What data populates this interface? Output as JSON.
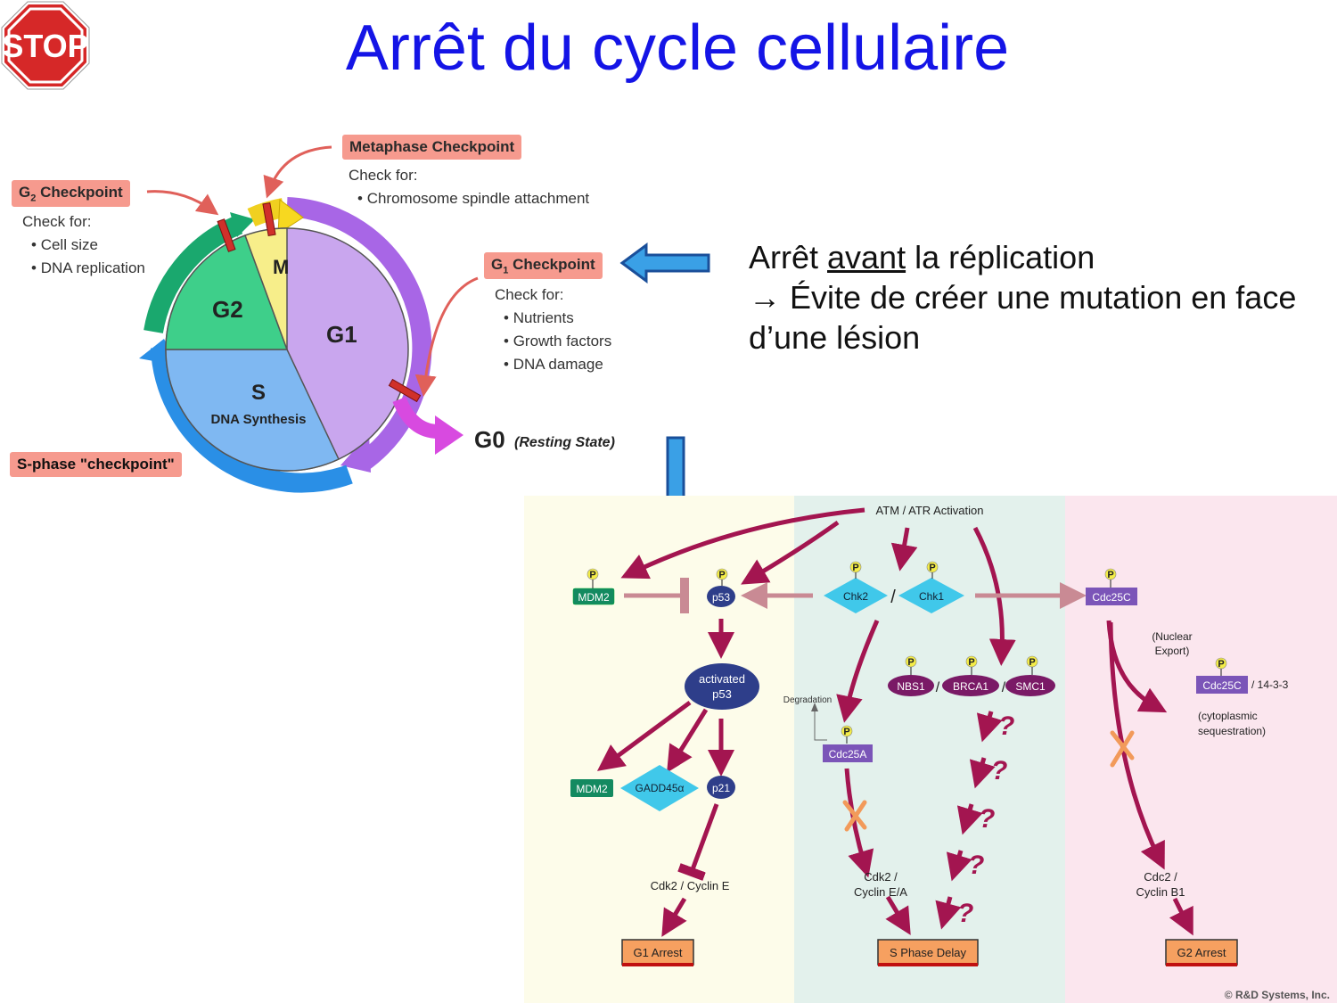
{
  "slide": {
    "title": "Arrêt du cycle cellulaire",
    "stop_sign_text": "STOP",
    "note": {
      "line1_pre": "Arrêt ",
      "line1_underlined": "avant",
      "line1_post": " la réplication",
      "line2": "→ Évite de créer une mutation en face",
      "line3": "d’une lésion"
    }
  },
  "cell_cycle": {
    "phases": {
      "m": "M",
      "g2": "G2",
      "g1": "G1",
      "s": "S",
      "s_sub": "DNA Synthesis",
      "g0": "G0",
      "g0_note": "(Resting State)"
    },
    "checkpoints": {
      "metaphase": {
        "label": "Metaphase Checkpoint",
        "check_for": "Check for:",
        "items": [
          "Chromosome spindle attachment"
        ]
      },
      "g2": {
        "label_main": "G",
        "label_sub": "2",
        "label_rest": " Checkpoint",
        "check_for": "Check for:",
        "items": [
          "Cell size",
          "DNA replication"
        ]
      },
      "g1": {
        "label_main": "G",
        "label_sub": "1",
        "label_rest": " Checkpoint",
        "check_for": "Check for:",
        "items": [
          "Nutrients",
          "Growth factors",
          "DNA damage"
        ]
      },
      "s_phase": {
        "label": "S-phase \"checkpoint\""
      }
    }
  },
  "pathway": {
    "activation": "ATM / ATR Activation",
    "phospho": "P",
    "nodes": {
      "mdm2_top": "MDM2",
      "p53": "p53",
      "chk2": "Chk2",
      "chk1": "Chk1",
      "slash": "/",
      "cdc25c": "Cdc25C",
      "activated_p53_1": "activated",
      "activated_p53_2": "p53",
      "mdm2_bottom": "MDM2",
      "gadd45": "GADD45α",
      "p21": "p21",
      "degradation": "Degradation",
      "cdc25a": "Cdc25A",
      "nbs1": "NBS1",
      "brca1": "BRCA1",
      "smc1": "SMC1",
      "nuclear_export_1": "(Nuclear",
      "nuclear_export_2": "Export)",
      "cdc25c_cyto": "Cdc25C",
      "cdc25c_partner": "/ 14-3-3",
      "cyto_seq_1": "(cytoplasmic",
      "cyto_seq_2": "sequestration)",
      "cdk2_cyclin_e": "Cdk2 / Cyclin E",
      "cdk2_cyclin_ea_1": "Cdk2 /",
      "cdk2_cyclin_ea_2": "Cyclin E/A",
      "cdc2_cyclin_b1_1": "Cdc2 /",
      "cdc2_cyclin_b1_2": "Cyclin B1",
      "question": "?"
    },
    "outcomes": {
      "g1_arrest": "G1 Arrest",
      "s_phase_delay": "S Phase Delay",
      "g2_arrest": "G2 Arrest"
    },
    "copyright": "© R&D Systems, Inc."
  },
  "colors": {
    "title": "#1414e6",
    "checkpoint_label": "#f69a8e",
    "phase_g1": "#c9a6ee",
    "phase_g2": "#3ecf8a",
    "phase_m": "#f7ee8a",
    "phase_s": "#7fb8f2",
    "panel_g1": "#fdfcea",
    "panel_s": "#e3f1ec",
    "panel_g2": "#fbe6ee",
    "pathway_arrow": "#a31550",
    "node_green": "#138a60",
    "node_navy": "#2e3e8a",
    "node_cyan": "#40c8ea",
    "node_purple": "#7b55b8",
    "outcome_box": "#f6a060"
  }
}
